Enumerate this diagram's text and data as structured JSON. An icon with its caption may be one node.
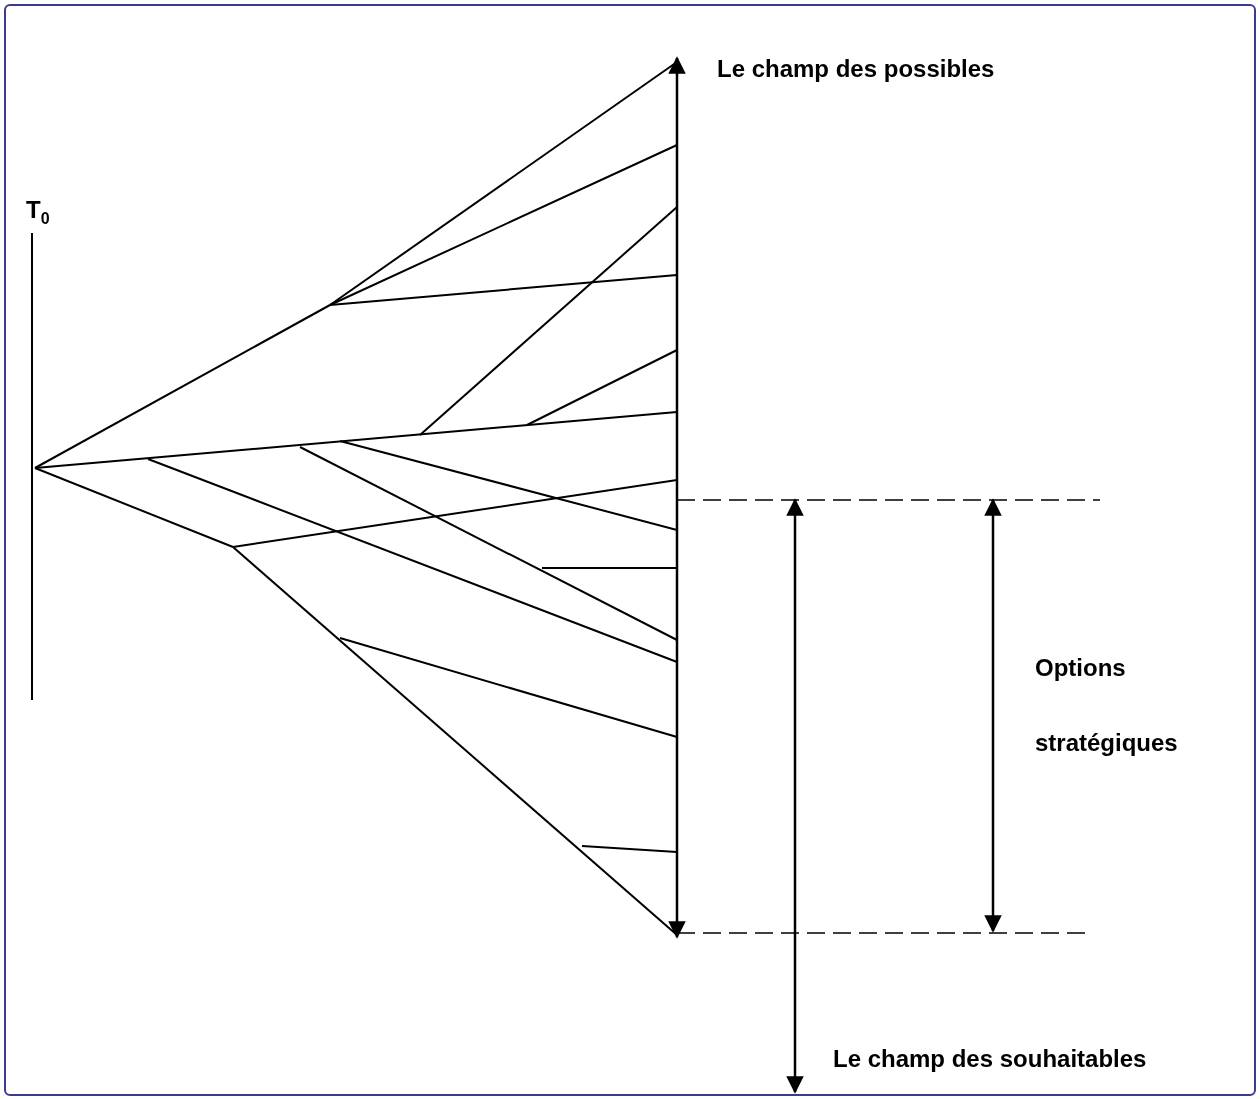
{
  "diagram": {
    "labels": [
      "T$_{0}$",
      "Le champ des possibles",
      "Options stratégiques",
      "Le champ des souhaitables"
    ]
  }
}
